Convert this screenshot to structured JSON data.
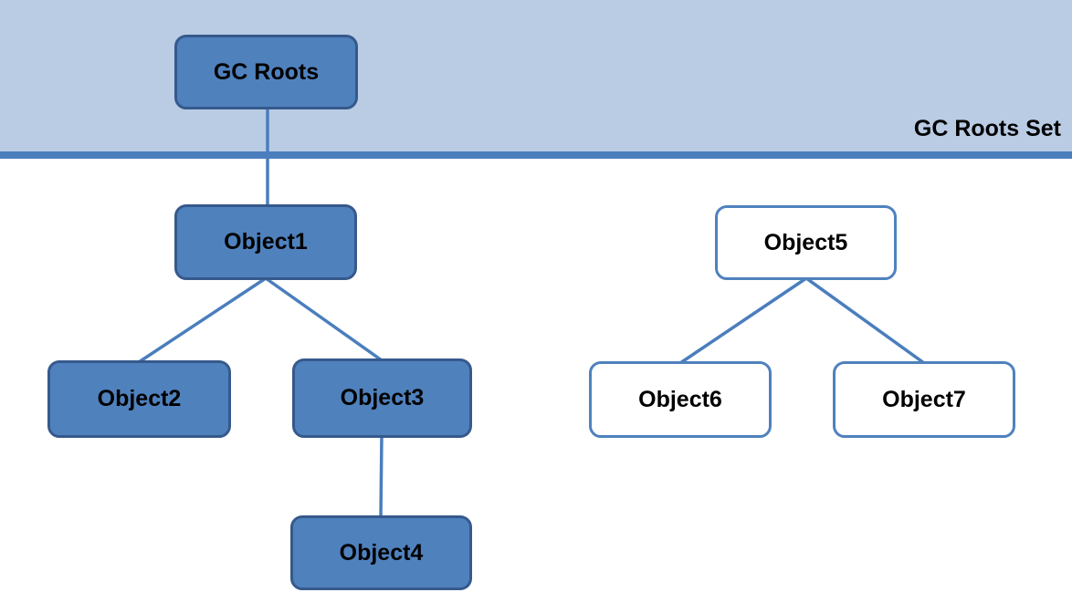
{
  "diagram": {
    "banner_label": "GC Roots Set",
    "nodes": {
      "gc_roots": {
        "label": "GC Roots",
        "style": "filled",
        "region": "gc-roots-set"
      },
      "object1": {
        "label": "Object1",
        "style": "filled",
        "region": "heap"
      },
      "object2": {
        "label": "Object2",
        "style": "filled",
        "region": "heap"
      },
      "object3": {
        "label": "Object3",
        "style": "filled",
        "region": "heap"
      },
      "object4": {
        "label": "Object4",
        "style": "filled",
        "region": "heap"
      },
      "object5": {
        "label": "Object5",
        "style": "outline",
        "region": "heap"
      },
      "object6": {
        "label": "Object6",
        "style": "outline",
        "region": "heap"
      },
      "object7": {
        "label": "Object7",
        "style": "outline",
        "region": "heap"
      }
    },
    "edges": [
      {
        "from": "gc_roots",
        "to": "object1"
      },
      {
        "from": "object1",
        "to": "object2"
      },
      {
        "from": "object1",
        "to": "object3"
      },
      {
        "from": "object3",
        "to": "object4"
      },
      {
        "from": "object5",
        "to": "object6"
      },
      {
        "from": "object5",
        "to": "object7"
      }
    ],
    "colors": {
      "banner_fill": "#b9cce4",
      "separator": "#4a7ebd",
      "filled_node_fill": "#4f81bd",
      "filled_node_border": "#36598c",
      "outline_node_fill": "#ffffff",
      "outline_node_border": "#4f81bd",
      "connector": "#4a7ebd",
      "text": "#000000",
      "background": "#ffffff"
    }
  }
}
